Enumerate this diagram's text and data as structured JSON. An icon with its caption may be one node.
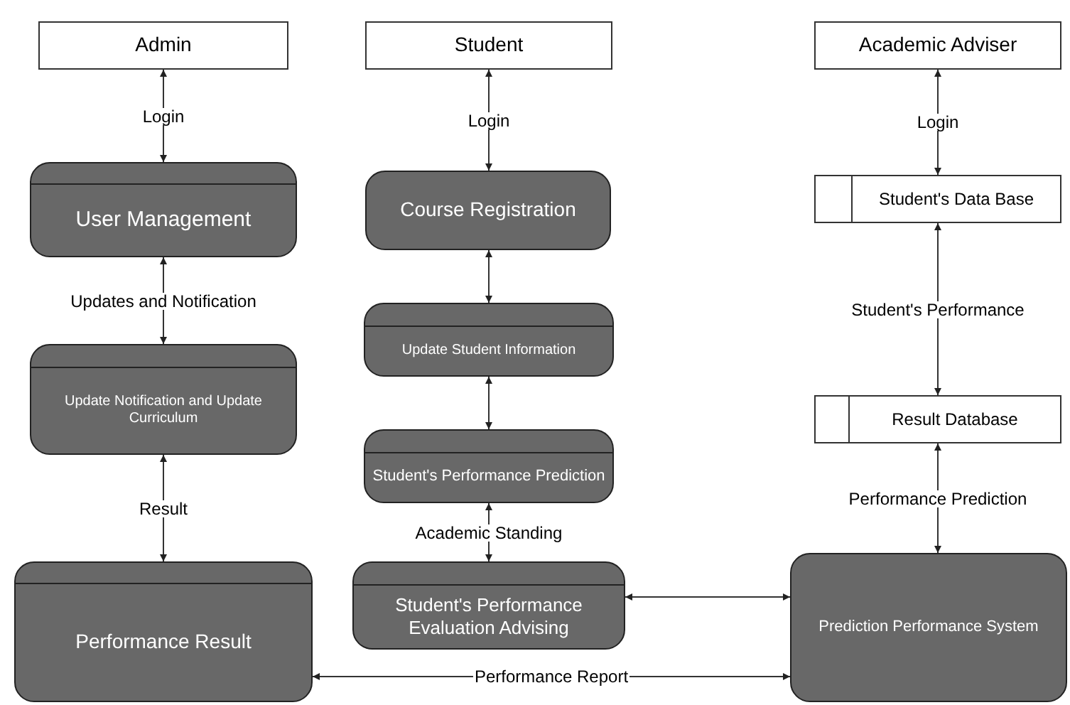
{
  "diagram": {
    "nodes": [
      {
        "text": [
          "Admin"
        ]
      },
      {
        "text": [
          "Student"
        ]
      },
      {
        "text": [
          "Academic Adviser"
        ]
      },
      {
        "text": [
          "User Management"
        ]
      },
      {
        "text": [
          "Course Registration"
        ]
      },
      {
        "text": [
          "Student's Data Base"
        ]
      },
      {
        "text": [
          "Update Student Information"
        ]
      },
      {
        "text": [
          "Update Notification and Update Curriculum"
        ]
      },
      {
        "text": [
          "Result Database"
        ]
      },
      {
        "text": [
          "Student's Performance Prediction"
        ]
      },
      {
        "text": [
          "Performance Result"
        ]
      },
      {
        "text": [
          "Student's Performance Evaluation Advising"
        ]
      },
      {
        "text": [
          "Prediction Performance System"
        ]
      }
    ],
    "edges": [
      {
        "from": 0,
        "to": 3,
        "arrow": "both",
        "label": "Login"
      },
      {
        "from": 3,
        "to": 7,
        "arrow": "both",
        "label": "Updates and Notification"
      },
      {
        "from": 7,
        "to": 10,
        "arrow": "both",
        "label": "Result"
      },
      {
        "from": 1,
        "to": 4,
        "arrow": "both",
        "label": "Login"
      },
      {
        "from": 4,
        "to": 6,
        "arrow": "both"
      },
      {
        "from": 6,
        "to": 9,
        "arrow": "both"
      },
      {
        "from": 9,
        "to": 11,
        "arrow": "both",
        "label": "Academic Standing"
      },
      {
        "from": 2,
        "to": 5,
        "arrow": "both",
        "label": "Login"
      },
      {
        "from": 5,
        "to": 8,
        "arrow": "both",
        "label": "Student's Performance"
      },
      {
        "from": 8,
        "to": 12,
        "arrow": "both",
        "label": "Performance Prediction"
      },
      {
        "from": 11,
        "to": 12,
        "arrow": "both"
      },
      {
        "from": 10,
        "to": 12,
        "arrow": "both",
        "label": "Performance Report"
      }
    ]
  }
}
